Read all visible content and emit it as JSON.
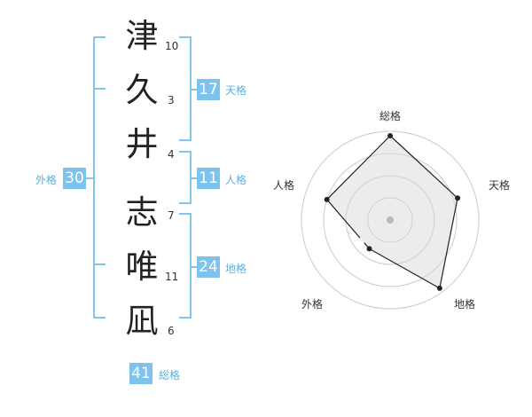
{
  "name": {
    "chars": [
      {
        "kanji": "津",
        "strokes": "10"
      },
      {
        "kanji": "久",
        "strokes": "3"
      },
      {
        "kanji": "井",
        "strokes": "4"
      },
      {
        "kanji": "志",
        "strokes": "7"
      },
      {
        "kanji": "唯",
        "strokes": "11"
      },
      {
        "kanji": "凪",
        "strokes": "6"
      }
    ]
  },
  "fortunes": {
    "tenkaku": {
      "value": "17",
      "label": "天格"
    },
    "jinkaku": {
      "value": "11",
      "label": "人格"
    },
    "chikaku": {
      "value": "24",
      "label": "地格"
    },
    "gaikaku": {
      "value": "30",
      "label": "外格"
    },
    "soukaku": {
      "value": "41",
      "label": "総格"
    }
  },
  "colors": {
    "accent": "#7cc4ee",
    "bracket": "#82c7ec",
    "label": "#5ab1e2",
    "kanji": "#222222"
  },
  "chart_data": {
    "type": "radar",
    "axes": [
      "総格",
      "天格",
      "地格",
      "外格",
      "人格"
    ],
    "values": [
      0.95,
      0.8,
      0.95,
      0.4,
      0.75
    ],
    "max": 1,
    "rings": 4,
    "break_between": [
      "外格",
      "人格"
    ]
  }
}
